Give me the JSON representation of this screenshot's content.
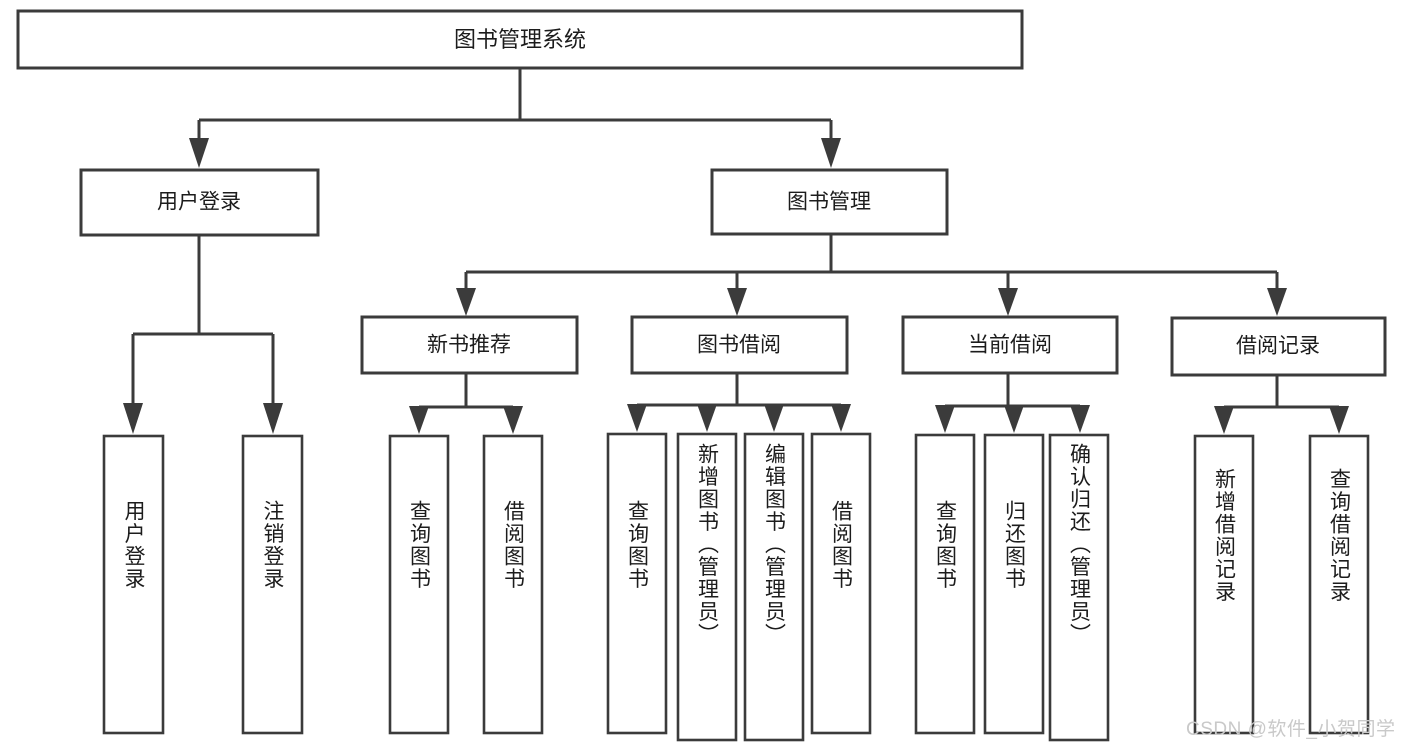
{
  "diagram": {
    "type": "tree-hierarchy",
    "title": "图书管理系统",
    "watermark": "CSDN @软件_小贺同学",
    "colors": {
      "stroke": "#3b3b3b",
      "fill": "#ffffff",
      "text": "#1c1c1c",
      "watermark": "#c9c9c9",
      "background": "#ffffff"
    },
    "root": {
      "label": "图书管理系统"
    },
    "level2": [
      {
        "label": "用户登录"
      },
      {
        "label": "图书管理"
      }
    ],
    "level3": [
      {
        "label": "新书推荐"
      },
      {
        "label": "图书借阅"
      },
      {
        "label": "当前借阅"
      },
      {
        "label": "借阅记录"
      }
    ],
    "leaves": {
      "user_login": [
        {
          "label": "用户登录"
        },
        {
          "label": "注销登录"
        }
      ],
      "new_book_recommend": [
        {
          "label": "查询图书"
        },
        {
          "label": "借阅图书"
        }
      ],
      "book_borrow": [
        {
          "label": "查询图书"
        },
        {
          "label": "新增图书（管理员）"
        },
        {
          "label": "编辑图书（管理员）"
        },
        {
          "label": "借阅图书"
        }
      ],
      "current_borrow": [
        {
          "label": "查询图书"
        },
        {
          "label": "归还图书"
        },
        {
          "label": "确认归还（管理员）"
        }
      ],
      "borrow_record": [
        {
          "label": "新增借阅记录"
        },
        {
          "label": "查询借阅记录"
        }
      ]
    }
  }
}
